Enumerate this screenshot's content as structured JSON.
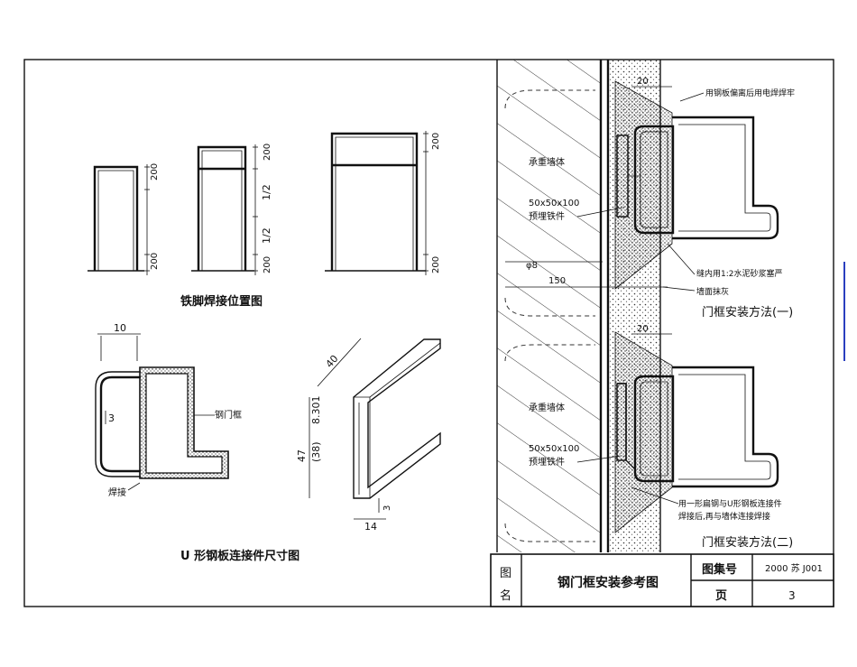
{
  "panel_left": {
    "welding_position_title": "铁脚焊接位置图",
    "frame_a_dims": [
      "200",
      "200"
    ],
    "frame_b_dims": [
      "200",
      "1/2",
      "1/2",
      "200"
    ],
    "frame_c_dims": [
      "200",
      "200"
    ],
    "u_plate_title": "U 形钢板连接件尺寸图",
    "u_plate_dims": {
      "top": "10",
      "side": "3"
    },
    "u_plate_labels": {
      "frame": "钢门框",
      "weld": "焊接"
    },
    "profile_dims": {
      "length": "40",
      "height": "47",
      "height_alt": "(38)",
      "inner": "8.301",
      "t": "3",
      "width": "14"
    }
  },
  "panel_right": {
    "top_angle_1": "20",
    "top_angle_2": "20",
    "labels_one": {
      "note_top": "用钢板偏离后用电焊焊牢",
      "wall": "承重墙体",
      "embed_size": "50x50x100",
      "embed": "预埋铁件",
      "rebar": "φ8",
      "dim_150": "150",
      "fill_note": "缝内用1:2水泥砂浆塞严",
      "plaster": "墙面抹灰",
      "method": "门框安装方法(一)"
    },
    "labels_two": {
      "wall": "承重墙体",
      "embed_size": "50x50x100",
      "embed": "预埋铁件",
      "note_weld_1": "用一形扁钢与U形钢板连接件",
      "note_weld_2": "焊接后,再与墙体连接焊接",
      "method": "门框安装方法(二)"
    }
  },
  "title_block": {
    "label_tu": "图",
    "label_ming": "名",
    "drawing_name": "钢门框安装参考图",
    "atlas_label": "图集号",
    "atlas_value": "2000 苏 J001",
    "page_label": "页",
    "page_value": "3"
  }
}
